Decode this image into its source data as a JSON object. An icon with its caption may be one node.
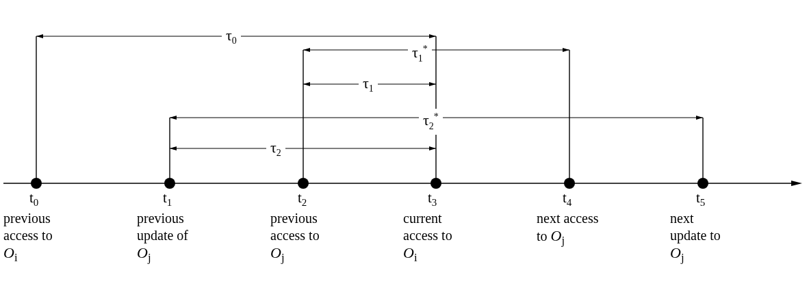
{
  "diagram": {
    "nodes": [
      {
        "text": [
          "t$_{0}$",
          "previous access to *O*$_{i}$"
        ]
      },
      {
        "text": [
          "t$_{1}$",
          "previous update of *O*$_{j}$"
        ]
      },
      {
        "text": [
          "t$_{2}$",
          "previous access to *O*$_{j}$"
        ]
      },
      {
        "text": [
          "t$_{3}$",
          "current access to *O*$_{i}$"
        ]
      },
      {
        "text": [
          "t$_{4}$",
          "next access to *O*$_{j}$"
        ]
      },
      {
        "text": [
          "t$_{5}$",
          "next update to *O*$_{j}$"
        ]
      }
    ],
    "labels": [
      "τ$_{0}$",
      "τ$_{1}$$^{*}$",
      "τ$_{1}$",
      "τ$_{2}$$^{*}$",
      "τ$_{2}$"
    ]
  }
}
